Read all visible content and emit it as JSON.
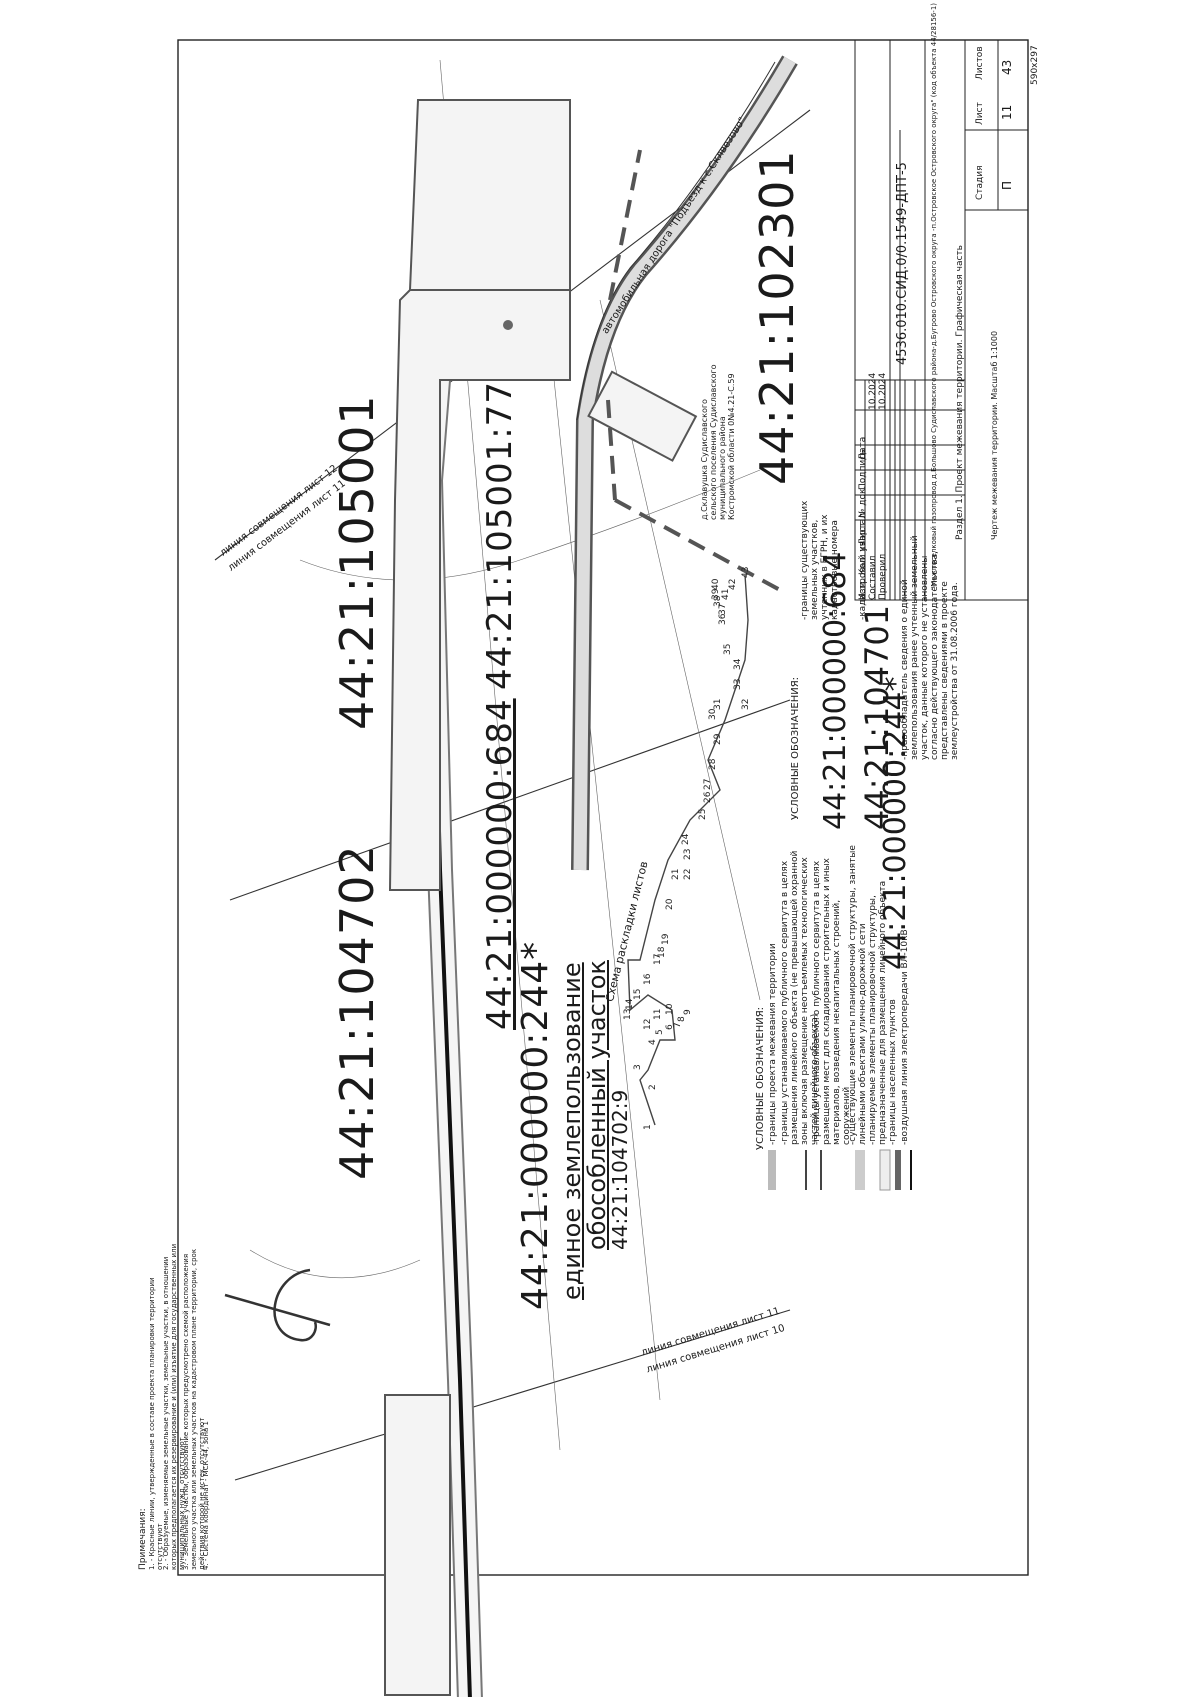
{
  "stamp": {
    "doc_code": "4536.010.СИД.0/0.1549-ДПТ-5",
    "project": "\"Межпоселковый газопровод д.Большово Судиславского района-д.Бугрово Островского округа -п.Островское Островского округа\" (код объекта 44/28156-1)",
    "section": "Раздел 1. Проект межевания территории. Графическая часть",
    "drawing": "Чертеж межевания территории. Масштаб 1:1000",
    "head_cells": [
      "Изм.",
      "Кол. уч.",
      "Лист",
      "№ док.",
      "Подпись",
      "Дата"
    ],
    "roles": [
      "Составил",
      "Проверил"
    ],
    "dates": [
      "10.2024",
      "10.2024"
    ],
    "stage_labels": [
      "Стадия",
      "Лист",
      "Листов"
    ],
    "stage_values": [
      "П",
      "11",
      "43"
    ],
    "format": "590х297"
  },
  "map": {
    "parcel_105001": "44:21:105001",
    "parcel_105001_77": "44:21:105001:77",
    "parcel_000000_684": "44:21:000000:684",
    "parcel_104702": "44:21:104702",
    "parcel_000000_244": "44:21:000000:244*",
    "single_use_1": "единое землепользование",
    "single_use_2": "обособленный участок",
    "parcel_104702_9": "44:21:104702:9",
    "parcel_102301": "44:21:102301",
    "road_label": "автомобильная дорога \"Подъезд к с.Склвезово\"",
    "village_label": "д.Склавушка Судиславского сельского поселения Судиславского муниципального района Костромской области 0№4.21-С.59",
    "seam_12": "линия совмещения лист 12",
    "seam_11a": "линия совмещения лист 11",
    "seam_11b": "линия совмещения лист 11",
    "seam_10": "линия совмещения лист 10"
  },
  "scheme": {
    "title": "Схема раскладки листов",
    "numbers": [
      "1",
      "2",
      "3",
      "4",
      "5",
      "6",
      "7",
      "8",
      "9",
      "10",
      "11",
      "12",
      "13",
      "14",
      "15",
      "16",
      "17",
      "18",
      "19",
      "20",
      "21",
      "22",
      "23",
      "24",
      "25",
      "26",
      "27",
      "28",
      "29",
      "30",
      "31",
      "32",
      "33",
      "34",
      "35",
      "36",
      "37",
      "38",
      "39",
      "40",
      "41",
      "42",
      "43"
    ]
  },
  "legend": {
    "title": "УСЛОВНЫЕ ОБОЗНАЧЕНИЯ:",
    "items": [
      "-границы проекта межевания территории",
      "-границы устанавливаемого публичного сервитута в целях размещения линейного объекта (не превышающей охранной зоны включая размещение неотъемлемых технологических частей линейного объекта)",
      "-границы устанавливаемого публичного сервитута в целях размещения мест для складирования строительных и иных материалов, возведения некапитальных строений, сооружений",
      "-существующие элементы планировочной структуры, занятые линейными объектами улично-дорожной сети",
      "-планируемые элементы планировочной структуры, предназначенные для размещения линейного объекта",
      "-границы населенных пунктов",
      "-воздушная линия электропередачи ВЛ-10кВ"
    ],
    "title2": "УСЛОВНЫЕ ОБОЗНАЧЕНИЯ:",
    "ex_684": "44:21:000000:684",
    "ex_684_desc": "-границы существующих земельных участков, учтенных в ЕГРН, и их кадастровые номера",
    "ex_104701": "44:21:104701",
    "ex_104701_desc": "-кадастровый квартал",
    "ex_244": "44:21:000000:244*",
    "ex_244_desc": "-правообладатель сведения о единой землепользования ранее учтенный земельный участок, данные которого не установлены согласно действующего законодательства, представлены сведениями в проекте землеустройства от 31.08.2006 года."
  },
  "notes": {
    "title": "Примечания:",
    "items": [
      "1. - Красные линии, утвержденные в составе проекта планировки территории отсутствуют",
      "2. - Образуемые, изменяемые земельные участки, земельные участки, в отношении которых предполагается их резервирование и (или) изъятие для государственных или муниципальных нужд, отсутствуют",
      "3. - Земельные участки, образование которых предусмотрено схемой расположения земельного участка или земельных участков на кадастровом плане территории, срок действия которой не истек, отсутствуют",
      "4. - Система координат - МСК-44, зона 1"
    ]
  }
}
